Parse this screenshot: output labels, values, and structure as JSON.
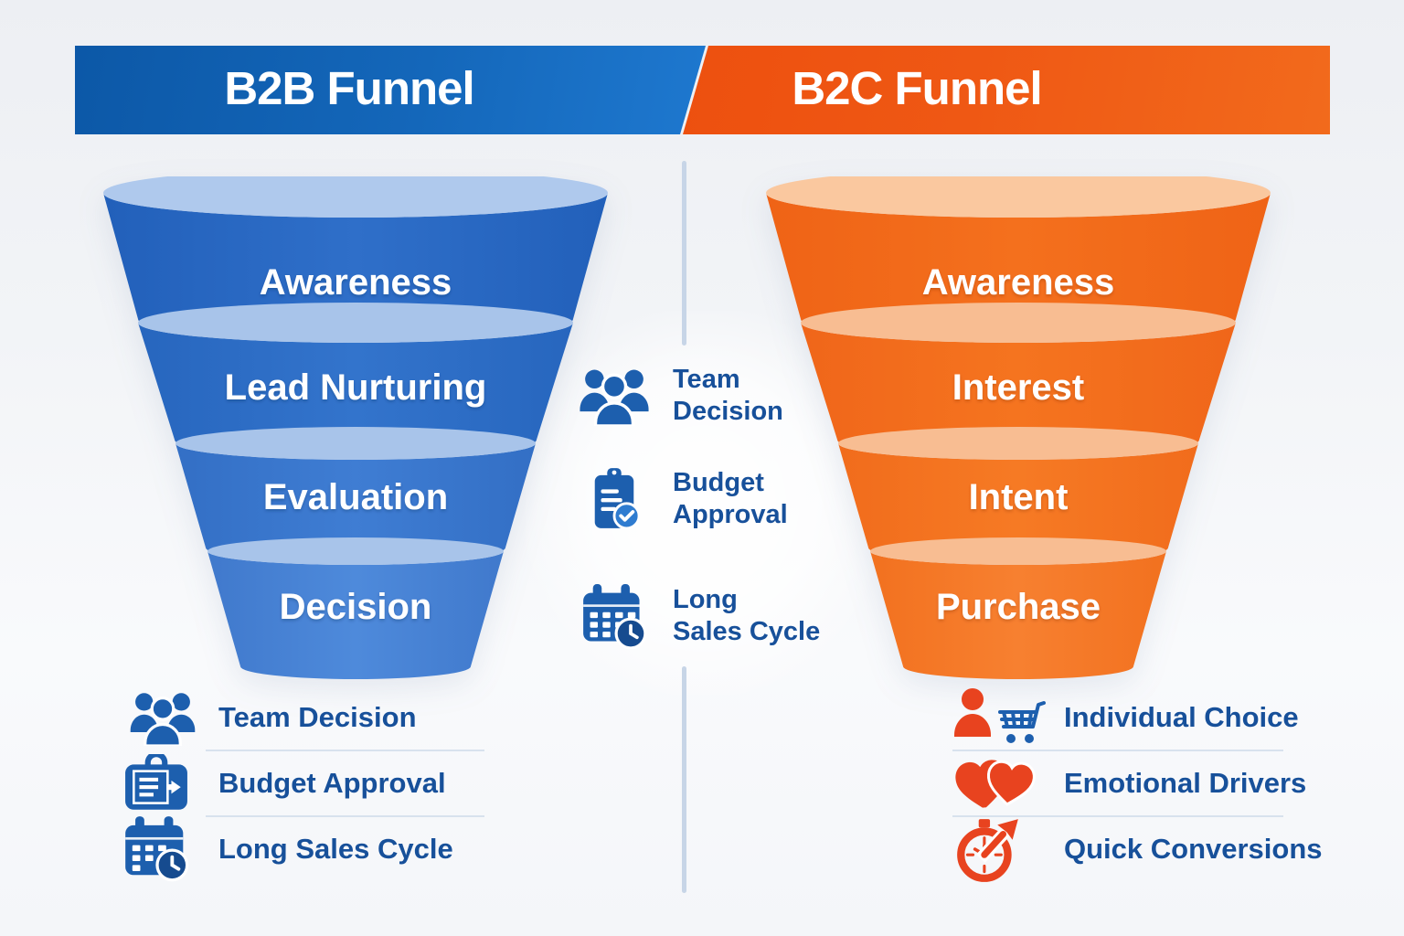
{
  "header": {
    "b2b_title": "B2B Funnel",
    "b2c_title": "B2C Funnel"
  },
  "b2b_funnel": {
    "stages": [
      "Awareness",
      "Lead Nurturing",
      "Evaluation",
      "Decision"
    ]
  },
  "b2c_funnel": {
    "stages": [
      "Awareness",
      "Interest",
      "Intent",
      "Purchase"
    ]
  },
  "middle_callouts": [
    {
      "icon": "team-icon",
      "line1": "Team",
      "line2": "Decision"
    },
    {
      "icon": "clipboard-check-icon",
      "line1": "Budget",
      "line2": "Approval"
    },
    {
      "icon": "calendar-clock-icon",
      "line1": "Long",
      "line2": "Sales Cycle"
    }
  ],
  "b2b_traits": [
    {
      "icon": "team-icon",
      "label": "Team Decision"
    },
    {
      "icon": "budget-approval-icon",
      "label": "Budget Approval"
    },
    {
      "icon": "calendar-clock-icon",
      "label": "Long Sales Cycle"
    }
  ],
  "b2c_traits": [
    {
      "icon": "person-cart-icon",
      "label": "Individual Choice"
    },
    {
      "icon": "double-heart-icon",
      "label": "Emotional Drivers"
    },
    {
      "icon": "stopwatch-icon",
      "label": "Quick Conversions"
    }
  ],
  "colors": {
    "banner_blue": "#0E5CAC",
    "banner_orange": "#EF5814",
    "funnel_blue": "#2F6FC9",
    "funnel_blue_light": "#4E8ADB",
    "funnel_lip_blue": "#AFC9ED",
    "funnel_orange": "#F4701D",
    "funnel_orange_light": "#F78030",
    "funnel_lip_orange": "#F9C096",
    "label_text": "#17509A",
    "icon_blue": "#1D5FAE",
    "icon_red": "#E8431F",
    "divider": "#C7D5E7"
  }
}
